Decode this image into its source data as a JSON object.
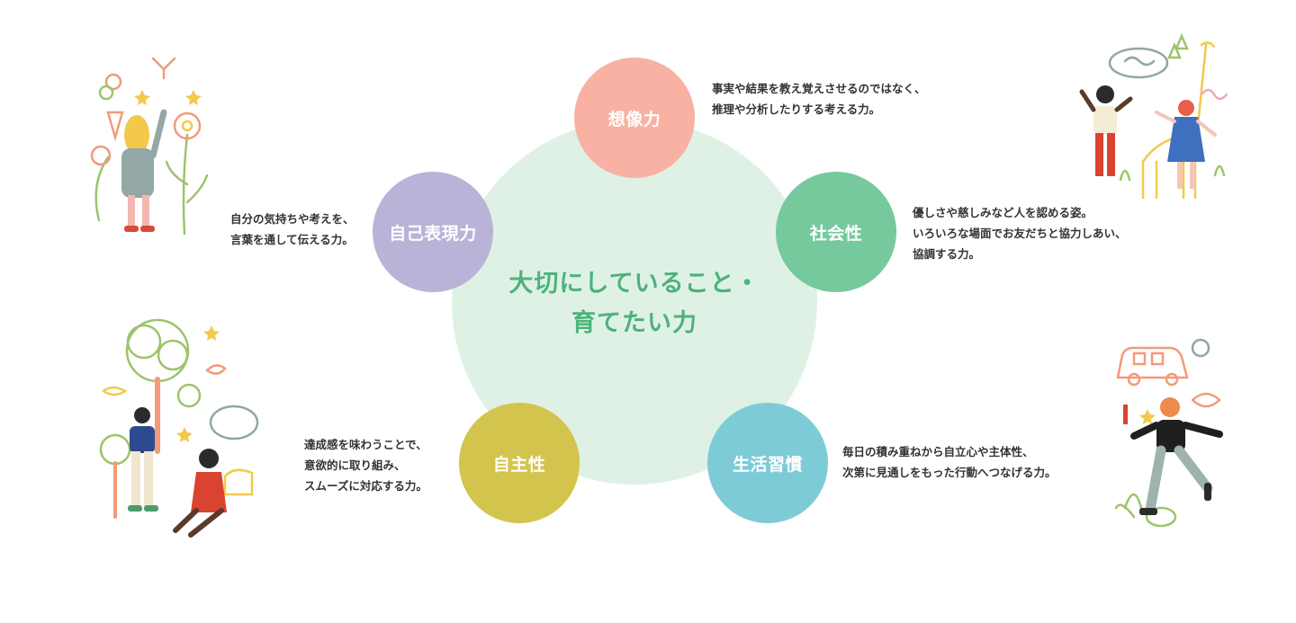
{
  "center": {
    "title_line1": "大切にしていること・",
    "title_line2": "育てたい力"
  },
  "nodes": [
    {
      "label": "想像力",
      "color": "#f8b1a2",
      "desc": [
        "事実や結果を教え覚えさせるのではなく、",
        "推理や分析したりする考える力。"
      ]
    },
    {
      "label": "社会性",
      "color": "#76c99d",
      "desc": [
        "優しさや慈しみなど人を認める姿。",
        "いろいろな場面でお友だちと協力しあい、",
        "協調する力。"
      ]
    },
    {
      "label": "生活習慣",
      "color": "#7ecbd8",
      "desc": [
        "毎日の積み重ねから自立心や主体性、",
        "次第に見通しをもった行動へつなげる力。"
      ]
    },
    {
      "label": "自主性",
      "color": "#d3c44d",
      "desc": [
        "達成感を味わうことで、",
        "意欲的に取り組み、",
        "スムーズに対応する力。"
      ]
    },
    {
      "label": "自己表現力",
      "color": "#b9b3d8",
      "desc": [
        "自分の気持ちや考えを、",
        "言葉を通して伝える力。"
      ]
    }
  ]
}
